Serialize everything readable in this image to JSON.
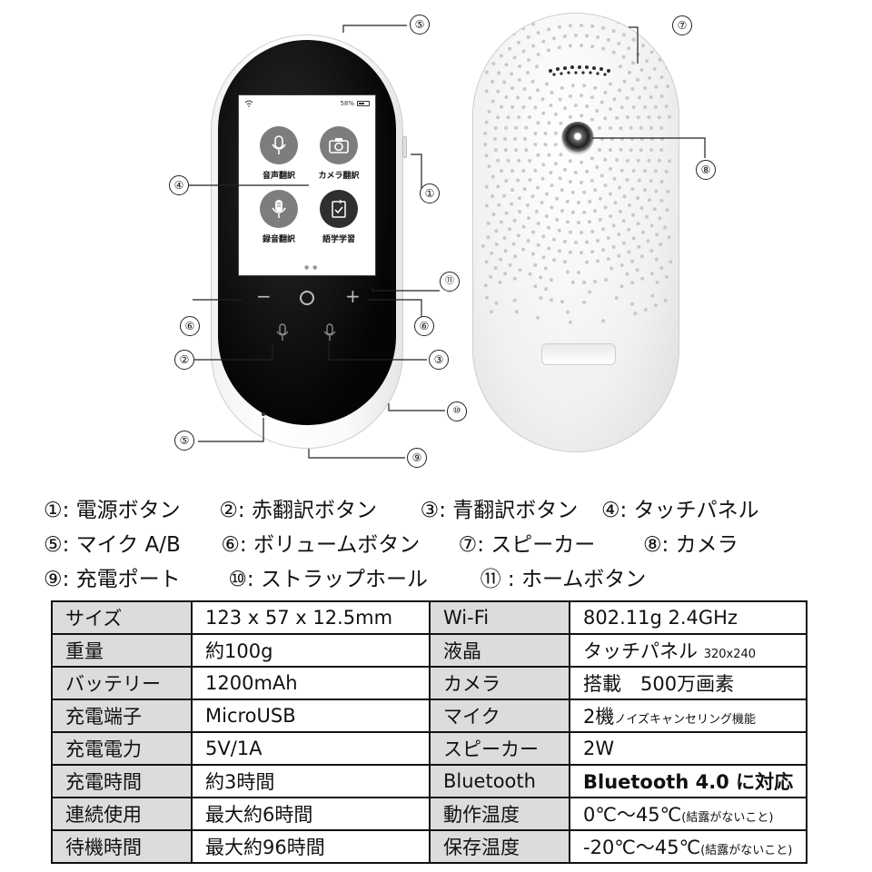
{
  "front": {
    "status_battery": "58%",
    "apps": [
      {
        "label": "音声翻訳",
        "icon": "microphone-icon",
        "glyph": "🎙"
      },
      {
        "label": "カメラ翻訳",
        "icon": "camera-icon",
        "glyph": "📷"
      },
      {
        "label": "録音翻訳",
        "icon": "recording-mic-icon",
        "glyph": "🎤"
      },
      {
        "label": "語学学習",
        "icon": "study-book-icon",
        "glyph": "📋"
      }
    ],
    "keys": {
      "minus": "−",
      "plus": "+"
    }
  },
  "callouts": {
    "n1": "①",
    "n2": "②",
    "n3": "③",
    "n4": "④",
    "n5": "⑤",
    "n6": "⑥",
    "n7": "⑦",
    "n8": "⑧",
    "n9": "⑨",
    "n10": "⑩",
    "n11": "⑪"
  },
  "legend": {
    "row1": [
      "①: 電源ボタン",
      "②: 赤翻訳ボタン",
      "③: 青翻訳ボタン",
      "④: タッチパネル"
    ],
    "row2": [
      "⑤: マイク A/B",
      "⑥: ボリュームボタン",
      "⑦: スピーカー",
      "⑧: カメラ"
    ],
    "row3": [
      "⑨: 充電ポート",
      "⑩: ストラップホール",
      "⑪ : ホームボタン"
    ]
  },
  "specs": [
    {
      "k1": "サイズ",
      "v1": "123 x 57 x 12.5mm",
      "k2": "Wi-Fi",
      "v2": "802.11g 2.4GHz",
      "v2s": ""
    },
    {
      "k1": "重量",
      "v1": "約100g",
      "k2": "液晶",
      "v2": "タッチパネル",
      "v2s": "320x240"
    },
    {
      "k1": "バッテリー",
      "v1": "1200mAh",
      "k2": "カメラ",
      "v2": "搭載　500万画素",
      "v2s": ""
    },
    {
      "k1": "充電端子",
      "v1": "MicroUSB",
      "k2": "マイク",
      "v2": "2機",
      "v2s": "ノイズキャンセリング機能"
    },
    {
      "k1": "充電電力",
      "v1": "5V/1A",
      "k2": "スピーカー",
      "v2": "2W",
      "v2s": ""
    },
    {
      "k1": "充電時間",
      "v1": "約3時間",
      "k2": "Bluetooth",
      "v2": "Bluetooth 4.0 に対応",
      "v2s": ""
    },
    {
      "k1": "連続使用",
      "v1": "最大約6時間",
      "k2": "動作温度",
      "v2": "0℃～45℃",
      "v2s": "(結露がないこと)"
    },
    {
      "k1": "待機時間",
      "v1": "最大約96時間",
      "k2": "保存温度",
      "v2": "-20℃～45℃",
      "v2s": "(結露がないこと)"
    }
  ]
}
